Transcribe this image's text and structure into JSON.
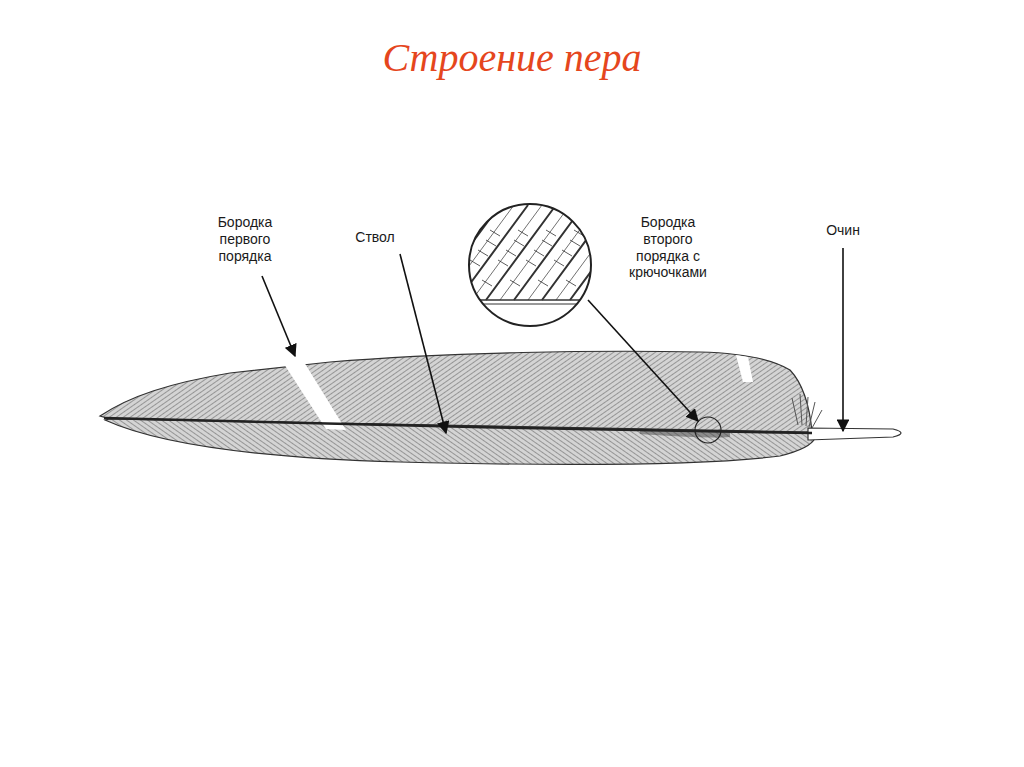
{
  "diagram": {
    "title": "Строение пера",
    "labels": [
      "Бородка первого порядка",
      "Ствол",
      "Бородка второго порядка с крючочками",
      "Очин"
    ]
  }
}
